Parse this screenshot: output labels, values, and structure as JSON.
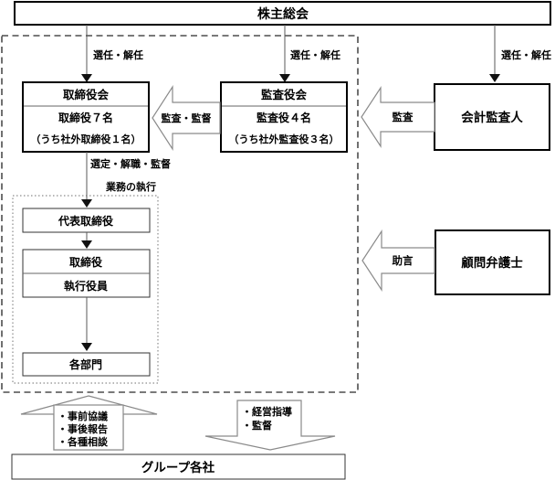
{
  "title_box": "株主総会",
  "governance": {
    "board": {
      "title": "取締役会",
      "members": "取締役７名",
      "note": "（うち社外取締役１名）"
    },
    "auditors": {
      "title": "監査役会",
      "members": "監査役４名",
      "note": "（うち社外監査役３名）"
    },
    "representative": "代表取締役",
    "director": "取締役",
    "executive_officer": "執行役員",
    "departments": "各部門"
  },
  "external": {
    "accounting_auditor": "会計監査人",
    "legal_advisor": "顧問弁護士"
  },
  "group": {
    "companies": "グループ各社"
  },
  "arrows": {
    "appointment": [
      "選任・解任",
      "選任・解任",
      "選任・解任"
    ],
    "audit_supervision": "監査・監督",
    "audit": "監査",
    "advice": "助言",
    "selection": "選定・解職・監督",
    "execution": "業務の執行",
    "to_group": [
      "・経営指導",
      "・監督"
    ],
    "from_group": [
      "・事前協議",
      "・事後報告",
      "・各種相談"
    ]
  },
  "colors": {
    "box_border": "#000000",
    "arrow_outline": "#8a8a8a",
    "flow_line": "#595959",
    "background": "#ffffff"
  }
}
